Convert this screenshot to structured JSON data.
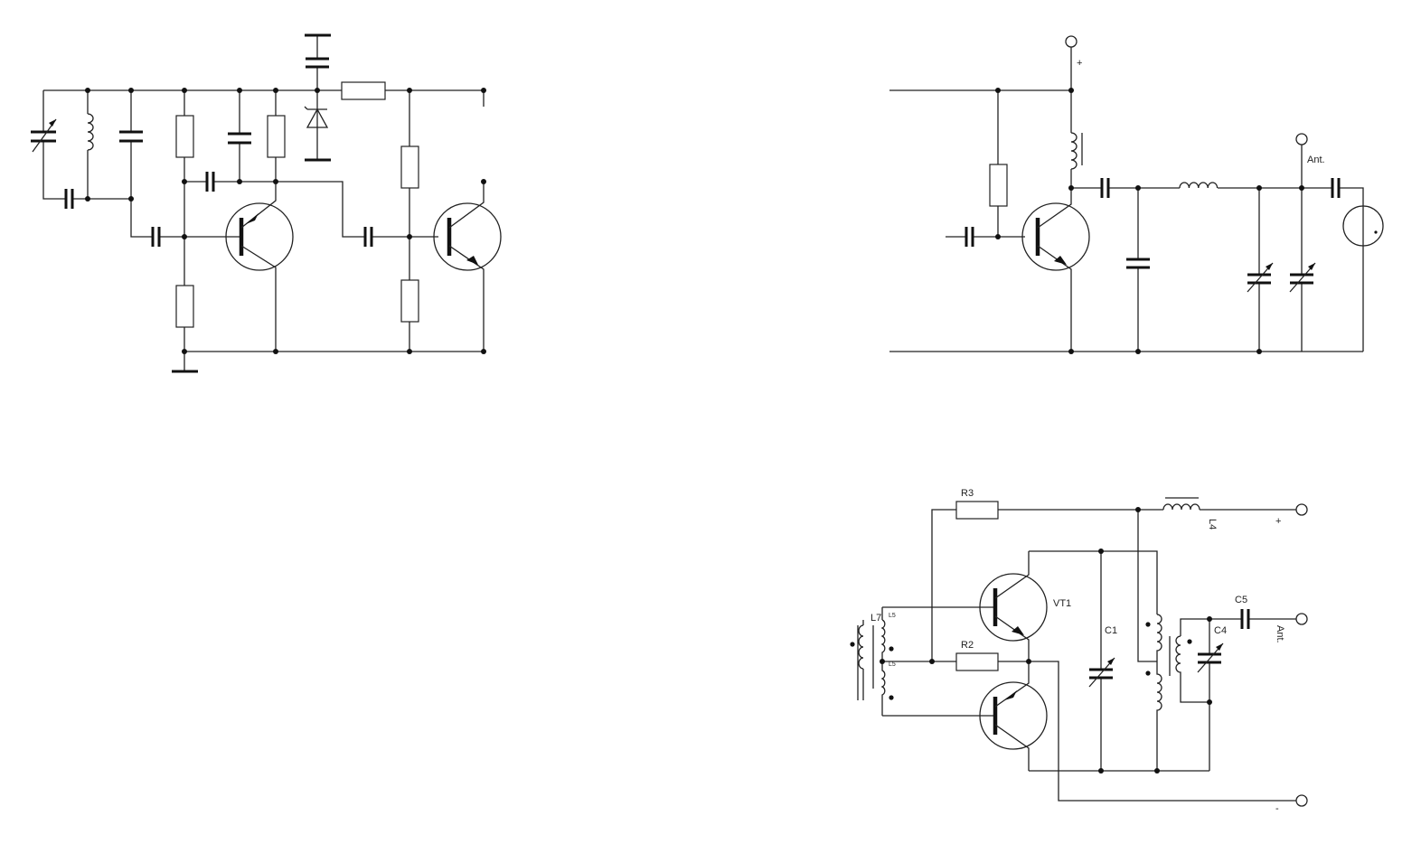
{
  "labels": {
    "plus_top": "+",
    "ant_top": "Ant.",
    "r3": "R3",
    "l4": "L4",
    "plus_bottom": "+",
    "vt1": "VT1",
    "l7": "L7",
    "l5_upper": "L5",
    "l5_lower": "L5",
    "r2": "R2",
    "c1": "C1",
    "c5": "C5",
    "c4": "C4",
    "ant_bottom": "Ant.",
    "minus_bottom": "-"
  }
}
